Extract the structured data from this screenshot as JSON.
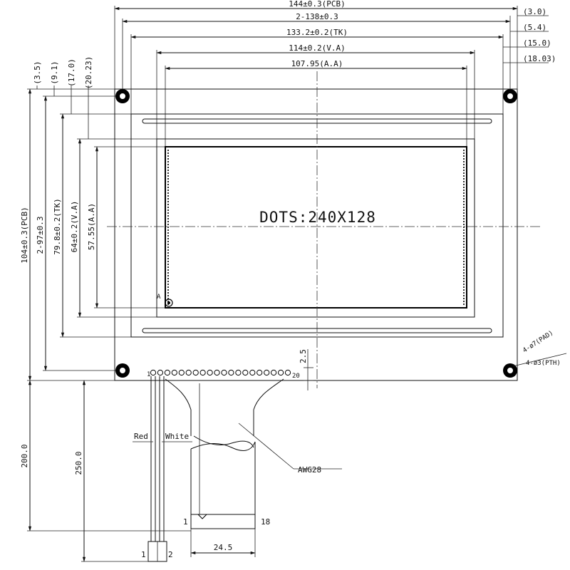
{
  "top_dimensions": {
    "pcb_width": "144±0.3(PCB)",
    "hole_pitch_x": "2-138±0.3",
    "tk_width": "133.2±0.2(TK)",
    "va_width": "114±0.2(V.A)",
    "aa_width": "107.95(A.A)"
  },
  "right_offsets": [
    "(3.0)",
    "(5.4)",
    "(15.0)",
    "(18.03)"
  ],
  "left_offsets": [
    "(3.5)",
    "(9.1)",
    "(17.0)",
    "(20.23)"
  ],
  "left_dimensions": {
    "pcb_height": "104±0.3(PCB)",
    "hole_pitch_y": "2-97±0.3",
    "tk_height": "79.8±0.2(TK)",
    "va_height": "64±0.2(V.A)",
    "aa_height": "57.55(A.A)"
  },
  "display": {
    "dots_label": "DOTS:240X128",
    "origin_marker": "A"
  },
  "holes": {
    "pad_label": "4-ø7(PAD)",
    "pth_label": "4-ø3(PTH)"
  },
  "connector": {
    "pin_first": "1",
    "pin_last": "20",
    "offset_label": "2.5"
  },
  "cable": {
    "wire_red": "Red",
    "wire_white": "White",
    "awg_label": "AWG28",
    "length_outer": "200.0",
    "length_inner": "250.0",
    "end_pin_first": "1",
    "end_pin_last": "18",
    "end_width": "24.5",
    "plug_pin_first": "1",
    "plug_pin_last": "2"
  }
}
